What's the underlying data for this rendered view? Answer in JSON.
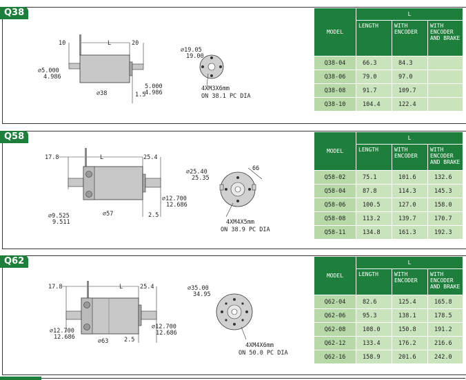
{
  "headers": {
    "model": "MODEL",
    "l": "L",
    "length": "LENGTH",
    "encoder": "WITH ENCODER",
    "brake": "WITH ENCODER AND BRAKE"
  },
  "sections": [
    {
      "title": "Q38",
      "dims": {
        "left": "10",
        "l": "L",
        "right": "20",
        "shaft_dia": "⌀5.000",
        "shaft_dia2": "4.986",
        "body_dia": "⌀38",
        "shaft_r_dia": "5.000",
        "shaft_r_dia2": "4.986",
        "flat": "1.5",
        "pilot": "⌀19.05",
        "pilot2": "19.00",
        "holes": "4XM3X6mm",
        "pcd": "ON 38.1 PC DIA"
      },
      "rows": [
        {
          "model": "Q38-04",
          "length": "66.3",
          "encoder": "84.3",
          "brake": ""
        },
        {
          "model": "Q38-06",
          "length": "79.0",
          "encoder": "97.0",
          "brake": ""
        },
        {
          "model": "Q38-08",
          "length": "91.7",
          "encoder": "109.7",
          "brake": ""
        },
        {
          "model": "Q38-10",
          "length": "104.4",
          "encoder": "122.4",
          "brake": ""
        }
      ]
    },
    {
      "title": "Q58",
      "dims": {
        "left": "17.8",
        "l": "L",
        "right": "25.4",
        "shaft_dia": "⌀9.525",
        "shaft_dia2": "9.511",
        "body_dia": "⌀57",
        "shaft_r_dia": "⌀12.700",
        "shaft_r_dia2": "12.686",
        "flat": "2.5",
        "pilot": "⌀25.40",
        "pilot2": "25.35",
        "square": "66",
        "holes": "4XM4X5mm",
        "pcd": "ON 38.9 PC DIA"
      },
      "rows": [
        {
          "model": "Q58-02",
          "length": "75.1",
          "encoder": "101.6",
          "brake": "132.6"
        },
        {
          "model": "Q58-04",
          "length": "87.8",
          "encoder": "114.3",
          "brake": "145.3"
        },
        {
          "model": "Q58-06",
          "length": "100.5",
          "encoder": "127.0",
          "brake": "158.0"
        },
        {
          "model": "Q58-08",
          "length": "113.2",
          "encoder": "139.7",
          "brake": "170.7"
        },
        {
          "model": "Q58-11",
          "length": "134.8",
          "encoder": "161.3",
          "brake": "192.3"
        }
      ]
    },
    {
      "title": "Q62",
      "dims": {
        "left": "17.8",
        "l": "L",
        "right": "25.4",
        "shaft_dia": "⌀12.700",
        "shaft_dia2": "12.686",
        "body_dia": "⌀63",
        "shaft_r_dia": "⌀12.700",
        "shaft_r_dia2": "12.686",
        "flat": "2.5",
        "pilot": "⌀35.00",
        "pilot2": "34.95",
        "holes": "4XM4X6mm",
        "pcd": "ON 50.0 PC DIA"
      },
      "rows": [
        {
          "model": "Q62-04",
          "length": "82.6",
          "encoder": "125.4",
          "brake": "165.8"
        },
        {
          "model": "Q62-06",
          "length": "95.3",
          "encoder": "138.1",
          "brake": "178.5"
        },
        {
          "model": "Q62-08",
          "length": "108.0",
          "encoder": "150.8",
          "brake": "191.2"
        },
        {
          "model": "Q62-12",
          "length": "133.4",
          "encoder": "176.2",
          "brake": "216.6"
        },
        {
          "model": "Q62-16",
          "length": "158.9",
          "encoder": "201.6",
          "brake": "242.0"
        }
      ]
    }
  ]
}
